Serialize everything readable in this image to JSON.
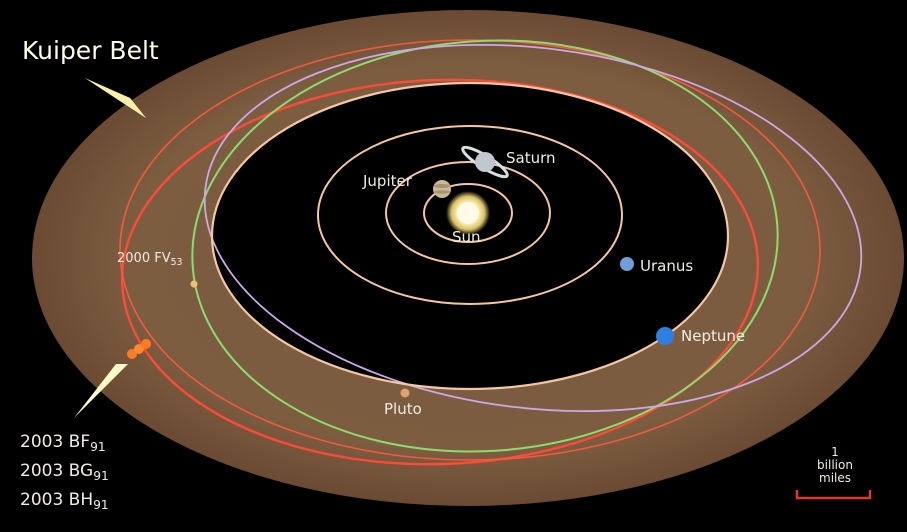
{
  "title": "Kuiper Belt",
  "sun": {
    "label": "Sun"
  },
  "planets": [
    {
      "name": "Jupiter",
      "color": "#c9b89a"
    },
    {
      "name": "Saturn",
      "color": "#bfc8cf"
    },
    {
      "name": "Uranus",
      "color": "#6f9fd6"
    },
    {
      "name": "Neptune",
      "color": "#2f7fe0"
    },
    {
      "name": "Pluto",
      "color": "#e0a070"
    }
  ],
  "objects": {
    "fv53": {
      "base": "2000 FV",
      "sub": "53"
    },
    "kbos": [
      {
        "base": "2003 BF",
        "sub": "91"
      },
      {
        "base": "2003 BG",
        "sub": "91"
      },
      {
        "base": "2003 BH",
        "sub": "91"
      }
    ]
  },
  "scale_bar": {
    "line1": "1",
    "line2": "billion",
    "line3": "miles",
    "color": "#e23a2a"
  },
  "colors": {
    "belt": "#7a5a3e",
    "orbit_planet": "#f4c7a3",
    "orbit_kbo": "#ff4a3a",
    "orbit_fv53": "#8edc6e",
    "orbit_pluto": "#c9a9e6",
    "label": "#f2ece0"
  }
}
